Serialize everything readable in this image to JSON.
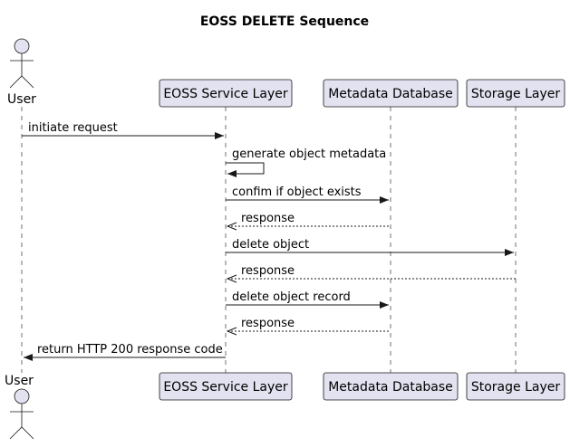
{
  "title": "EOSS DELETE Sequence",
  "participants": [
    {
      "id": "user",
      "label": "User",
      "kind": "actor"
    },
    {
      "id": "service",
      "label": "EOSS Service Layer",
      "kind": "participant"
    },
    {
      "id": "metadata",
      "label": "Metadata Database",
      "kind": "participant"
    },
    {
      "id": "storage",
      "label": "Storage Layer",
      "kind": "participant"
    }
  ],
  "messages": [
    {
      "from": "user",
      "to": "service",
      "label": "initiate request",
      "style": "solid"
    },
    {
      "from": "service",
      "to": "service",
      "label": "generate object metadata",
      "style": "self"
    },
    {
      "from": "service",
      "to": "metadata",
      "label": "confim if object exists",
      "style": "solid"
    },
    {
      "from": "metadata",
      "to": "service",
      "label": "response",
      "style": "dashed"
    },
    {
      "from": "service",
      "to": "storage",
      "label": "delete object",
      "style": "solid"
    },
    {
      "from": "storage",
      "to": "service",
      "label": "response",
      "style": "dashed"
    },
    {
      "from": "service",
      "to": "metadata",
      "label": "delete object record",
      "style": "solid"
    },
    {
      "from": "metadata",
      "to": "service",
      "label": "response",
      "style": "dashed"
    },
    {
      "from": "service",
      "to": "user",
      "label": "return HTTP 200 response code",
      "style": "solid"
    }
  ],
  "colors": {
    "participant_fill": "#E2E2F0",
    "border": "#181818",
    "lifeline": "#a0a0a0"
  }
}
